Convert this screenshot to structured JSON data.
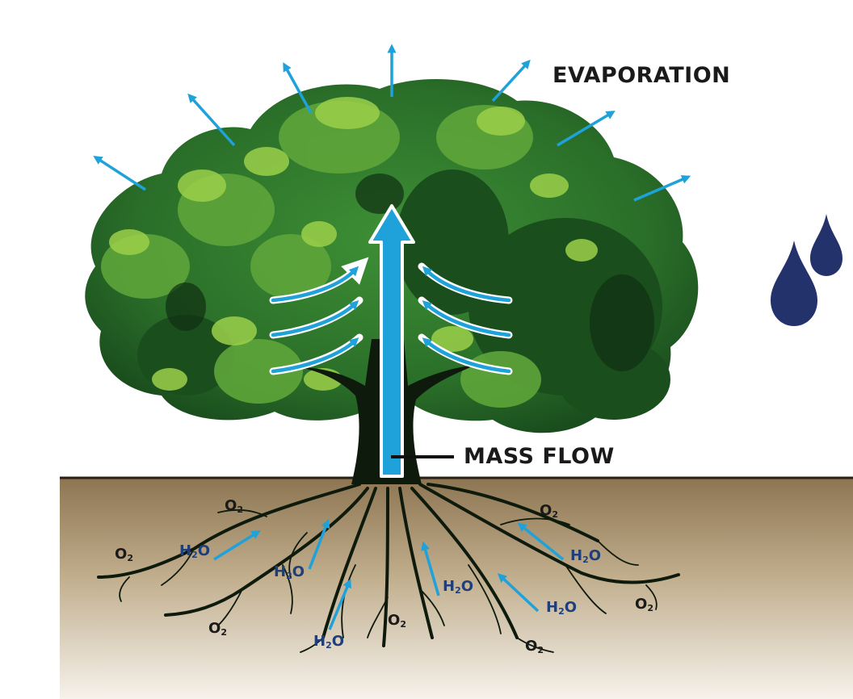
{
  "labels": {
    "evaporation": "EVAPORATION",
    "mass_flow": "MASS FLOW"
  },
  "molecules": {
    "o2": {
      "symbol": "O",
      "subscript": "2"
    },
    "h2o": {
      "symbol_left": "H",
      "subscript": "2",
      "symbol_right": "O"
    }
  },
  "colors": {
    "arrow": "#1ea2d9",
    "soil_top": "#8d7552",
    "soil_bottom": "#f5f1ea",
    "foliage_dark": "#1e5a22",
    "foliage_mid": "#3c8f34",
    "foliage_light": "#8cc63f",
    "trunk": "#0e1a0c",
    "raindrop": "#23326b",
    "h2o_text": "#1f3f7a"
  },
  "icons": [
    "raindrop-icon",
    "arrow-icon"
  ]
}
